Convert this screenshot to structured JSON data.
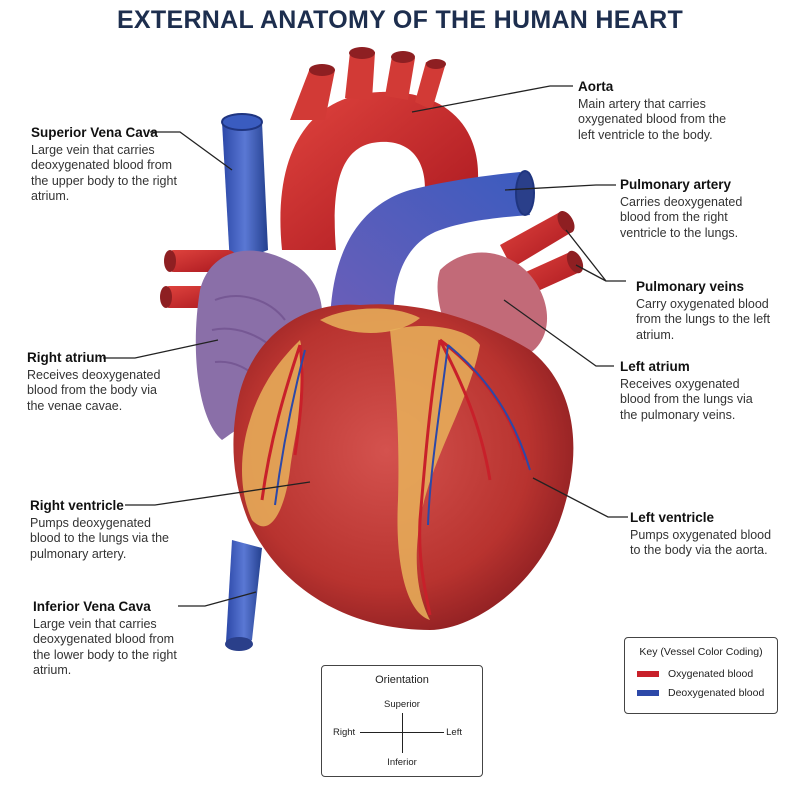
{
  "title": "EXTERNAL ANATOMY OF THE HUMAN HEART",
  "colors": {
    "oxygenated": "#c8202a",
    "deoxygenated": "#2c48a8",
    "title": "#1d2e4e"
  },
  "labels": {
    "superior_vena_cava": {
      "name": "Superior Vena Cava",
      "desc": "Large vein that carries deoxygenated blood from the upper body to the right atrium."
    },
    "aorta": {
      "name": "Aorta",
      "desc": "Main artery that carries oxygenated blood from the left ventricle to the body."
    },
    "pulmonary_artery": {
      "name": "Pulmonary artery",
      "desc": "Carries deoxygenated blood from the right ventricle to the lungs."
    },
    "pulmonary_veins": {
      "name": "Pulmonary veins",
      "desc": "Carry oxygenated blood from the lungs to the left atrium."
    },
    "right_atrium": {
      "name": "Right atrium",
      "desc": "Receives deoxygenated blood from the body via the venae cavae."
    },
    "left_atrium": {
      "name": "Left atrium",
      "desc": "Receives oxygenated blood from the lungs via the pulmonary veins."
    },
    "right_ventricle": {
      "name": "Right ventricle",
      "desc": "Pumps deoxygenated blood to the lungs via the pulmonary artery."
    },
    "left_ventricle": {
      "name": "Left ventricle",
      "desc": "Pumps oxygenated blood to the body via the aorta."
    },
    "inferior_vena_cava": {
      "name": "Inferior Vena Cava",
      "desc": "Large vein that carries deoxygenated blood from the lower body to the right atrium."
    }
  },
  "orientation": {
    "title": "Orientation",
    "superior": "Superior",
    "inferior": "Inferior",
    "right": "Right",
    "left": "Left"
  },
  "key": {
    "title": "Key (Vessel Color Coding)",
    "oxygenated": "Oxygenated blood",
    "deoxygenated": "Deoxygenated blood"
  }
}
